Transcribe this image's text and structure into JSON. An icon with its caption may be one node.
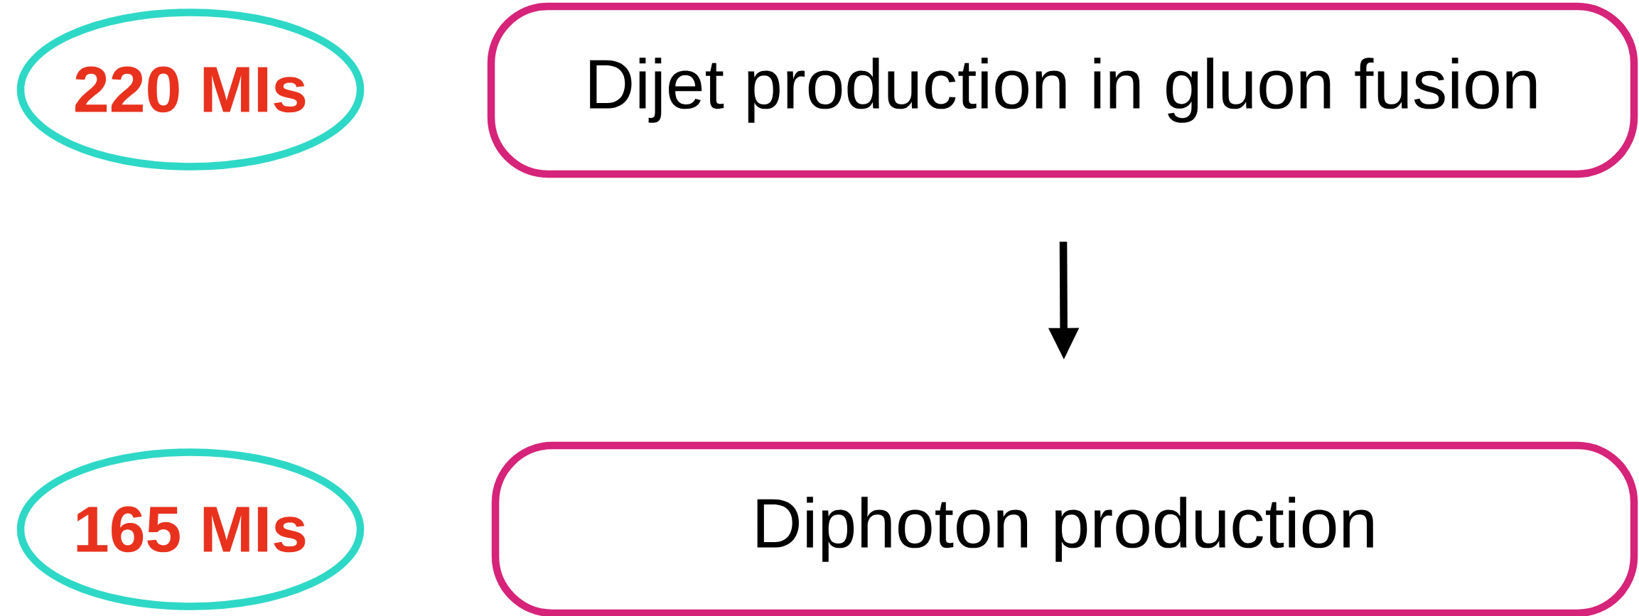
{
  "diagram": {
    "nodes": [
      {
        "text": [
          "220 MIs"
        ]
      },
      {
        "text": [
          "Dijet production in gluon fusion"
        ]
      },
      {
        "text": [
          "165 MIs"
        ]
      },
      {
        "text": [
          "Diphoton production"
        ]
      }
    ],
    "edges": [
      {
        "from": 1,
        "to": 3,
        "arrow": "to"
      }
    ]
  }
}
